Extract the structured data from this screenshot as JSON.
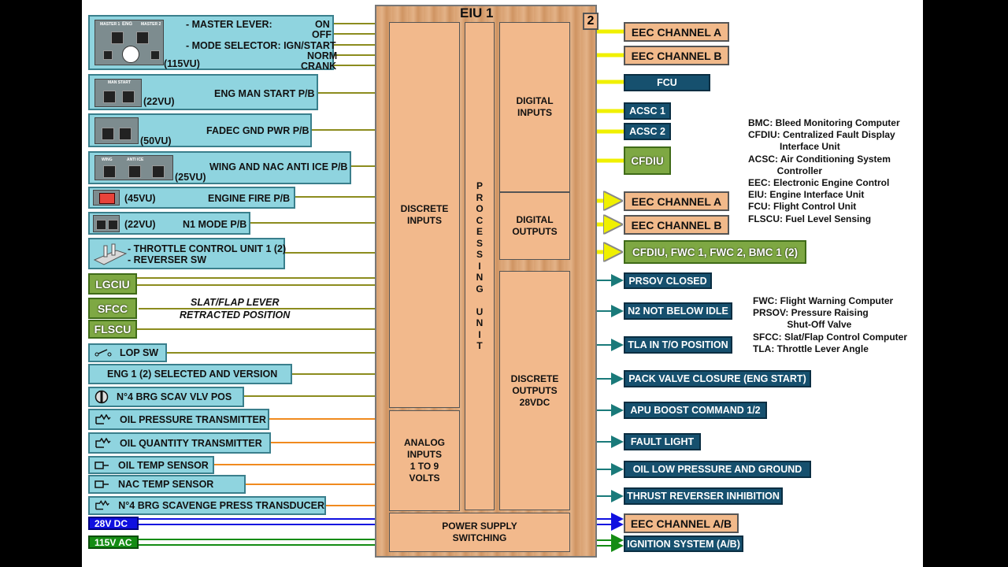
{
  "eiu": {
    "title": "EIU 1",
    "badge": "2",
    "processing_unit": "P\nR\nO\nC\nE\nS\nS\nI\nN\nG\n \nU\nN\nI\nT",
    "discrete_inputs": "DISCRETE\nINPUTS",
    "analog_inputs": "ANALOG\nINPUTS\n1 TO 9\nVOLTS",
    "digital_inputs": "DIGITAL\nINPUTS",
    "digital_outputs": "DIGITAL\nOUTPUTS",
    "discrete_outputs": "DISCRETE\nOUTPUTS\n28VDC",
    "power_supply": "POWER SUPPLY\nSWITCHING"
  },
  "left": {
    "master_lever": "- MASTER LEVER:",
    "on": "ON",
    "off": "OFF",
    "mode_selector": "- MODE SELECTOR: IGN/START",
    "norm": "NORM",
    "crank": "CRANK",
    "vu115": "(115VU)",
    "eng_man_start": "ENG MAN START P/B",
    "vu22a": "(22VU)",
    "fadec_gnd_pwr": "FADEC GND PWR P/B",
    "vu50": "(50VU)",
    "wing_nac": "WING AND NAC ANTI ICE P/B",
    "vu25": "(25VU)",
    "engine_fire": "ENGINE FIRE P/B",
    "vu45": "(45VU)",
    "n1_mode": "N1 MODE P/B",
    "vu22b": "(22VU)",
    "throttle1": "- THROTTLE CONTROL UNIT 1 (2)",
    "throttle2": "- REVERSER SW",
    "lgciu": "LGCIU",
    "sfcc": "SFCC",
    "flscu": "FLSCU",
    "slat_flap1": "SLAT/FLAP LEVER",
    "slat_flap2": "RETRACTED POSITION",
    "lop_sw": "LOP SW",
    "eng_selected": "ENG 1 (2) SELECTED AND VERSION",
    "brg_scav_vlv": "N°4 BRG SCAV VLV POS",
    "oil_press": "OIL PRESSURE TRANSMITTER",
    "oil_qty": "OIL QUANTITY TRANSMITTER",
    "oil_temp": "OIL TEMP SENSOR",
    "nac_temp": "NAC TEMP SENSOR",
    "brg_scav_press": "N°4 BRG SCAVENGE PRESS TRANSDUCER",
    "dc28": "28V DC",
    "ac115": "115V AC",
    "panel_eng": "ENG",
    "panel_master1": "MASTER 1",
    "panel_master2": "MASTER 2",
    "panel_man_start": "MAN START",
    "panel_anti_ice": "ANTI ICE",
    "panel_wing": "WING"
  },
  "right": {
    "eec_a_in": "EEC CHANNEL A",
    "eec_b_in": "EEC CHANNEL B",
    "fcu": "FCU",
    "acsc1": "ACSC 1",
    "acsc2": "ACSC 2",
    "cfdiu": "CFDIU",
    "eec_a_out": "EEC CHANNEL A",
    "eec_b_out": "EEC CHANNEL B",
    "cfdiu_multi": "CFDIU, FWC 1, FWC 2, BMC 1 (2)",
    "prsov_closed": "PRSOV CLOSED",
    "n2_idle": "N2 NOT BELOW IDLE",
    "tla_to": "TLA IN T/O POSITION",
    "pack_valve": "PACK VALVE CLOSURE (ENG START)",
    "apu_boost": "APU BOOST COMMAND 1/2",
    "fault_light": "FAULT LIGHT",
    "oil_low": "OIL LOW PRESSURE AND GROUND",
    "thrust_rev": "THRUST REVERSER INHIBITION",
    "eec_ab": "EEC CHANNEL A/B",
    "ignition": "IGNITION SYSTEM (A/B)"
  },
  "abbreviations1": "BMC: Bleed Monitoring Computer\nCFDIU: Centralized Fault Display\n            Interface Unit\nACSC: Air Conditioning System\n           Controller\nEEC: Electronic Engine Control\nEIU: Engine Interface Unit\nFCU: Flight Control Unit\nFLSCU: Fuel Level Sensing",
  "abbreviations2": "FWC: Flight Warning Computer\nPRSOV: Pressure Raising\n             Shut-Off Valve\nSFCC: Slat/Flap Control Computer\nTLA: Throttle Lever Angle",
  "colors": {
    "discrete_wire": "#8c8c1e",
    "analog_wire": "#f08a1e",
    "digital_wire": "#f0f000",
    "dc_wire": "#1010e0",
    "ac_wire": "#148c14",
    "output_wire": "#1a7a7a"
  }
}
